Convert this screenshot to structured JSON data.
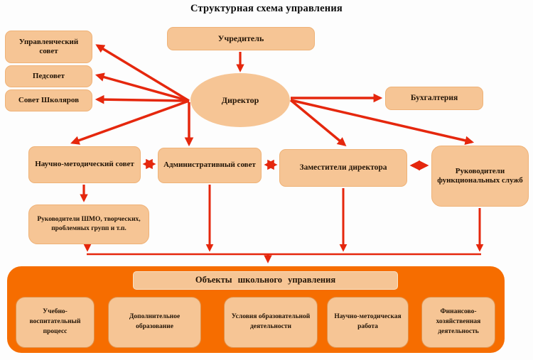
{
  "title": "Структурная схема управления",
  "colors": {
    "box_fill": "#F6C595",
    "container_bg": "#F66D00",
    "arrow": "#E5270D",
    "text": "#221406"
  },
  "nodes": {
    "founder": {
      "label": "Учредитель"
    },
    "director": {
      "label": "Директор"
    },
    "management_council": {
      "label": "Управленческий совет"
    },
    "ped_council": {
      "label": "Педсовет"
    },
    "pupils_council": {
      "label": "Совет Школяров"
    },
    "accounting": {
      "label": "Бухгалтерия"
    },
    "scientific_methodical_council": {
      "label": "Научно-методический совет"
    },
    "administrative_council": {
      "label": "Административный совет"
    },
    "deputy_directors": {
      "label": "Заместители директора"
    },
    "functional_services_heads": {
      "label": "Руководители функциональных служб"
    },
    "shmo_heads": {
      "label": "Руководители ШМО, творческих, проблемных групп и т.п."
    }
  },
  "objects_section": {
    "title": "Объекты школьного управления",
    "items": [
      "Учебно-воспитательный процесс",
      "Дополнительное образование",
      "Условия образовательной деятельности",
      "Научно-методическая работа",
      "Финансово-хозяйственная деятельность"
    ]
  }
}
